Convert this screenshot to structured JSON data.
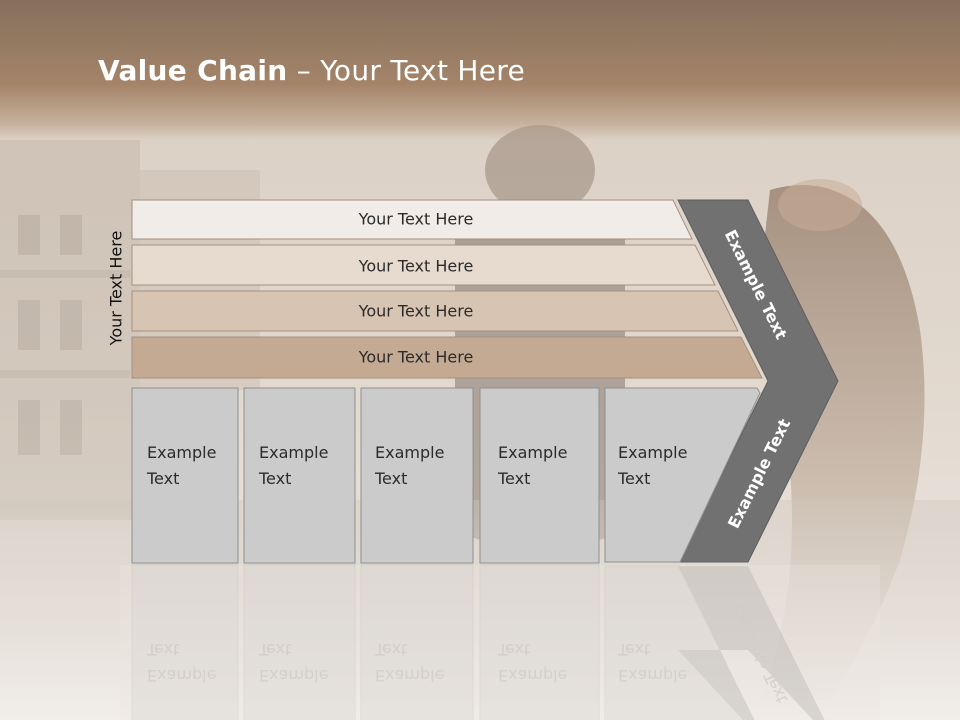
{
  "slide": {
    "title_bold": "Value Chain",
    "title_rest": " – Your Text Here",
    "side_label": "Your Text Here"
  },
  "rows": [
    {
      "label": "Your Text Here",
      "color": "#f1ece8"
    },
    {
      "label": "Your Text Here",
      "color": "#e7dbd0"
    },
    {
      "label": "Your Text Here",
      "color": "#d8c4b2"
    },
    {
      "label": "Your Text Here",
      "color": "#c4aa93"
    }
  ],
  "boxes": [
    {
      "line1": "Example",
      "line2": "Text"
    },
    {
      "line1": "Example",
      "line2": "Text"
    },
    {
      "line1": "Example",
      "line2": "Text"
    },
    {
      "line1": "Example",
      "line2": "Text"
    },
    {
      "line1": "Example",
      "line2": "Text"
    }
  ],
  "chevron": {
    "upper_text": "Example Text",
    "lower_text": "Example Text",
    "color": "#717171"
  },
  "colors": {
    "box_fill": "#cbcbcb",
    "box_stroke": "#8f8f8f",
    "title_band": "#a48469"
  }
}
